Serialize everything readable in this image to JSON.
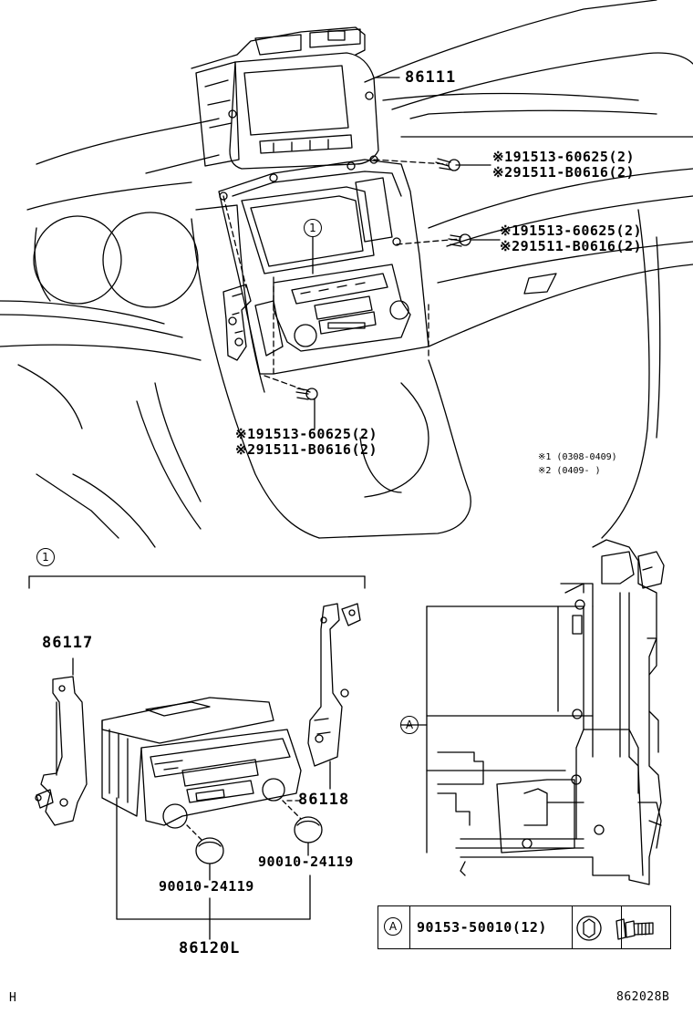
{
  "top_callouts": {
    "display": "86111",
    "bolts_right_upper": {
      "line1": "※191513-60625(2)",
      "line2": "※291511-B0616(2)"
    },
    "bolts_right_middle": {
      "line1": "※191513-60625(2)",
      "line2": "※291511-B0616(2)"
    },
    "bolts_lower": {
      "line1": "※191513-60625(2)",
      "line2": "※291511-B0616(2)"
    },
    "ref_circle": "1"
  },
  "notes": {
    "note1": "※1 (0308-0409)",
    "note2": "※2 (0409-    )"
  },
  "section": {
    "ref_circle": "1",
    "bracket_left": "86117",
    "bracket_right": "86118",
    "knob_right": "90010-24119",
    "knob_left": "90010-24119",
    "assembly": "86120L"
  },
  "detail": {
    "ref_letter": "A"
  },
  "legend": {
    "letter": "A",
    "part_number": "90153-50010(12)"
  },
  "footer": {
    "left": "H",
    "right": "862028B"
  }
}
